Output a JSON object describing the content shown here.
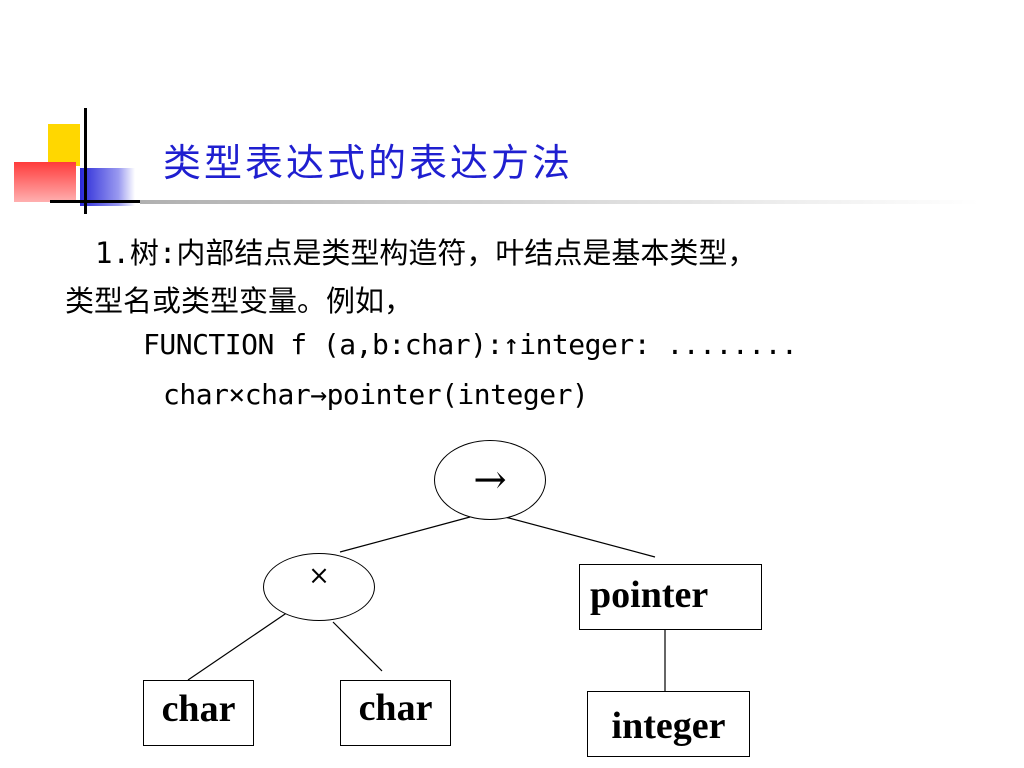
{
  "slide": {
    "title": "类型表达式的表达方法",
    "lines": [
      "1.树:内部结点是类型构造符，叶结点是基本类型，",
      "类型名或类型变量。例如，",
      "FUNCTION f (a,b:char):↑integer: ........",
      "char×char→pointer(integer)"
    ]
  },
  "tree": {
    "root": "→",
    "product": "×",
    "pointer": "pointer",
    "leaf_char_1": "char",
    "leaf_char_2": "char",
    "leaf_integer": "integer"
  },
  "colors": {
    "title": "#1f1fd0",
    "deco_yellow": "#ffd700",
    "deco_blue": "#2a2ad8",
    "deco_red": "#ff4d4d"
  }
}
